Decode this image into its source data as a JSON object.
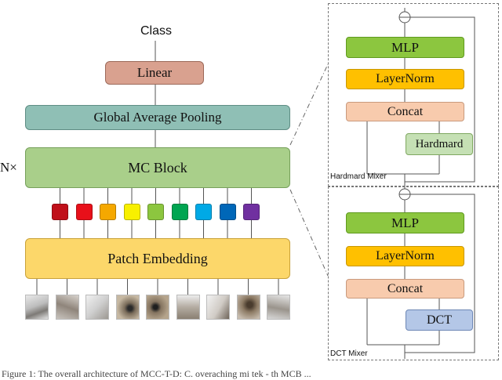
{
  "left": {
    "class_label": "Class",
    "linear": "Linear",
    "gap": "Global Average Pooling",
    "nx": "N×",
    "mc_block": "MC Block",
    "patch_embedding": "Patch Embedding",
    "token_colors": [
      "#c0101a",
      "#e8101a",
      "#f5a800",
      "#f8f000",
      "#8cc63f",
      "#00a551",
      "#00a9e6",
      "#0067b8",
      "#7030a0"
    ]
  },
  "hardmard_mixer": {
    "label": "Hardmard Mixer",
    "mlp": "MLP",
    "layernorm": "LayerNorm",
    "concat": "Concat",
    "transform": "Hardmard"
  },
  "dct_mixer": {
    "label": "DCT Mixer",
    "mlp": "MLP",
    "layernorm": "LayerNorm",
    "concat": "Concat",
    "transform": "DCT"
  },
  "caption": "Figure 1: The overall architecture of MCC-T-D: C. overaching mi tek - th MCB ..."
}
